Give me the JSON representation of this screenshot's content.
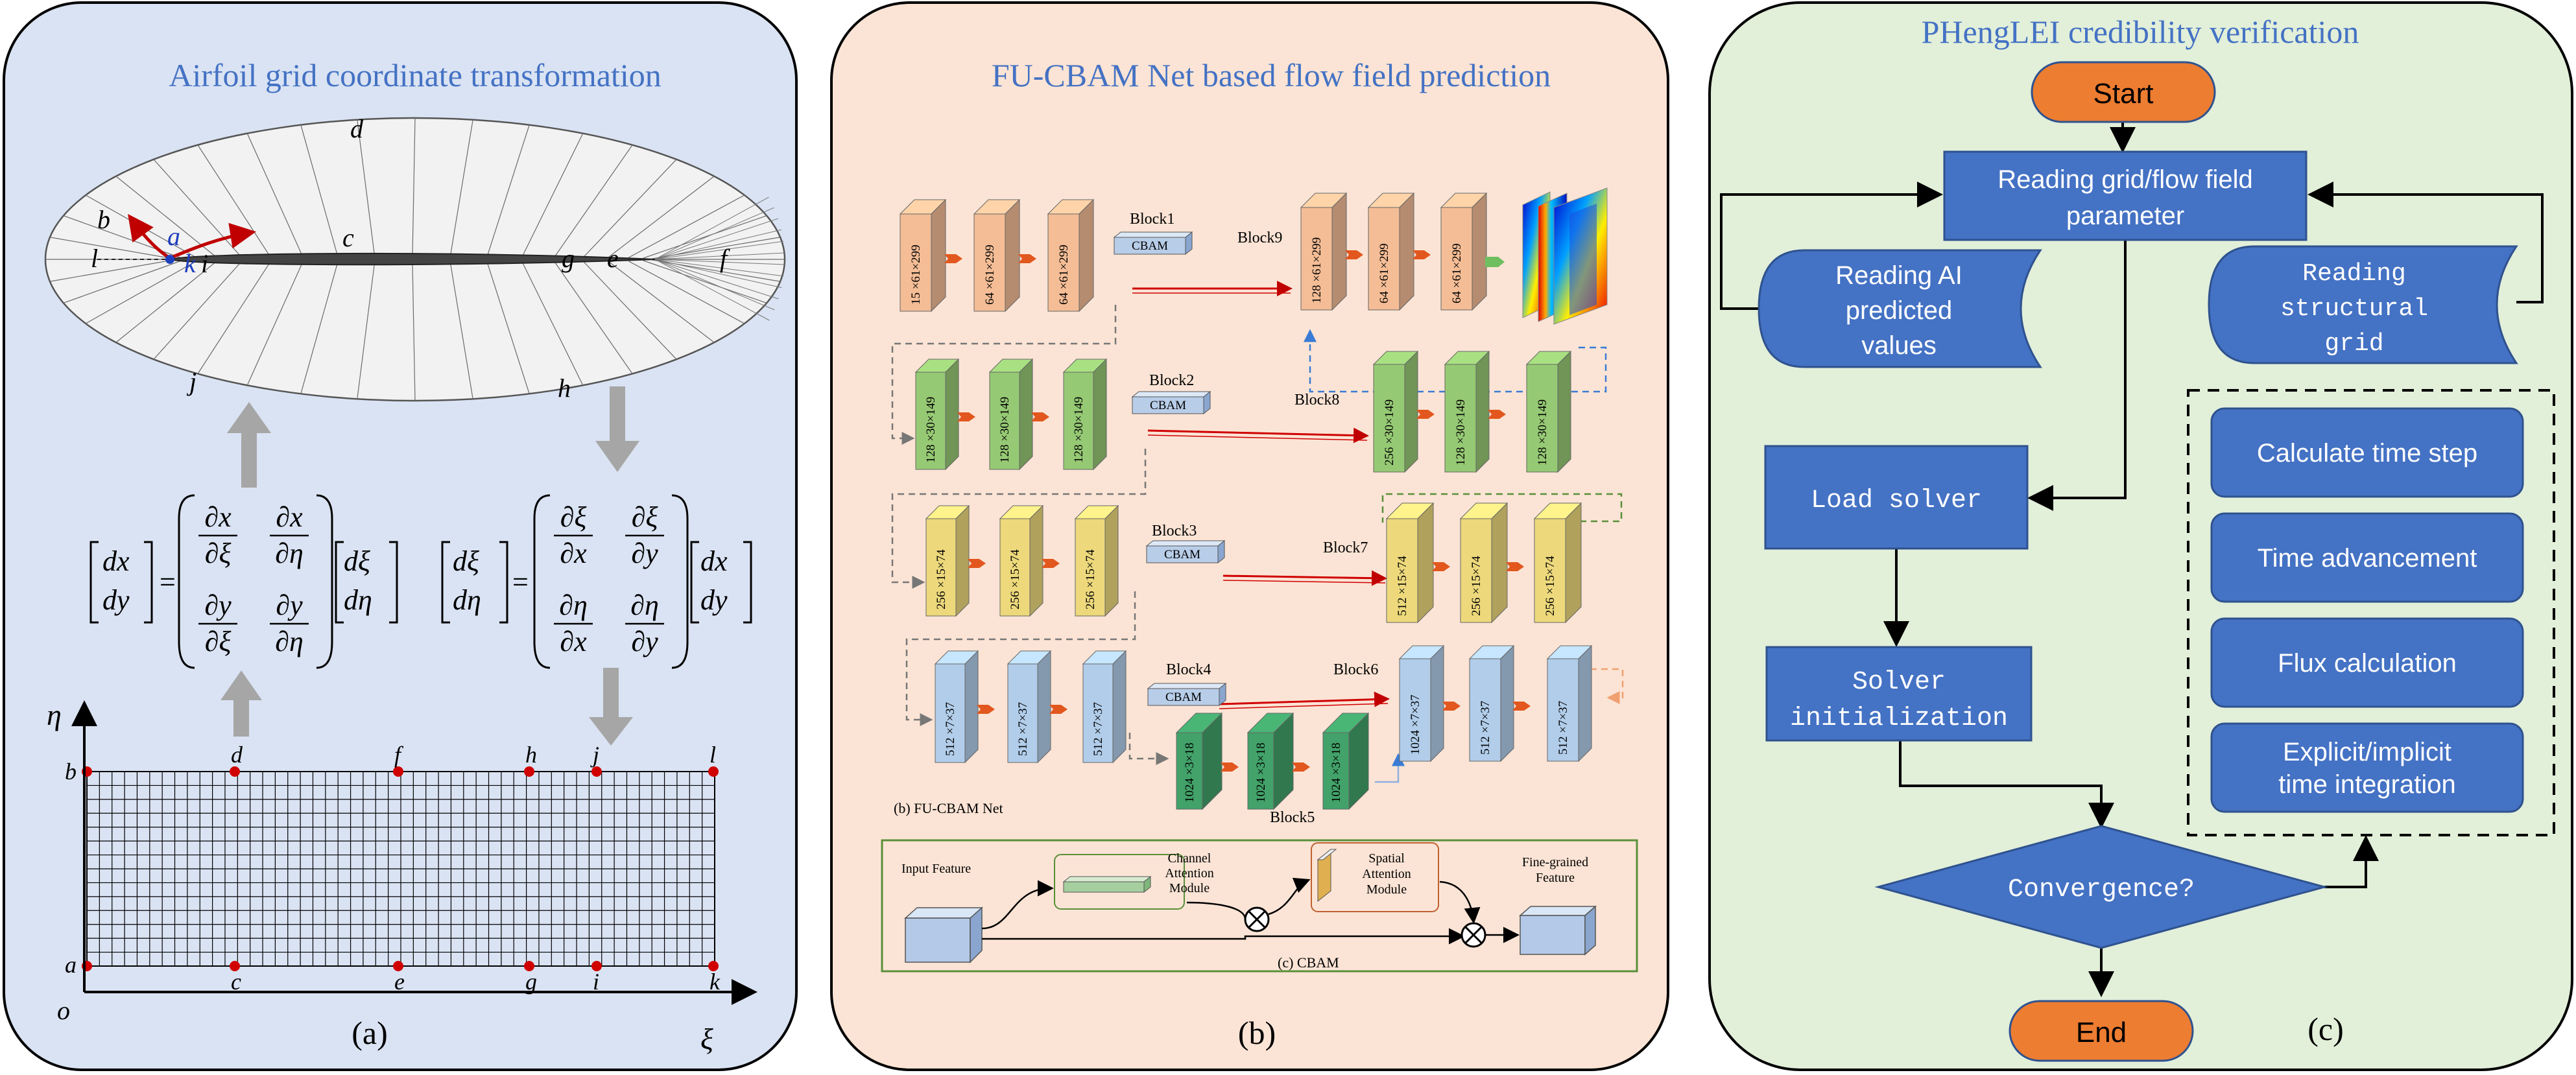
{
  "panel_a": {
    "title": "Airfoil grid coordinate transformation",
    "caption": "(a)",
    "airfoil_labels": {
      "d": "d",
      "b": "b",
      "a": "a",
      "l": "l",
      "k": "k",
      "i": "i",
      "c": "c",
      "g": "g",
      "e": "e",
      "f": "f",
      "j": "j",
      "h": "h"
    },
    "grid_top_labels": [
      "b",
      "d",
      "f",
      "h",
      "j",
      "l"
    ],
    "grid_bottom_labels": [
      "a",
      "c",
      "e",
      "g",
      "i",
      "k"
    ],
    "axis_eta": "η",
    "axis_xi": "ξ",
    "origin": "o",
    "eq1": {
      "lhs": [
        "dx",
        "dy"
      ],
      "m11": [
        "∂x",
        "∂ξ"
      ],
      "m12": [
        "∂x",
        "∂η"
      ],
      "m21": [
        "∂y",
        "∂ξ"
      ],
      "m22": [
        "∂y",
        "∂η"
      ],
      "rhs": [
        "dξ",
        "dη"
      ]
    },
    "eq2": {
      "lhs": [
        "dξ",
        "dη"
      ],
      "m11": [
        "∂ξ",
        "∂x"
      ],
      "m12": [
        "∂ξ",
        "∂y"
      ],
      "m21": [
        "∂η",
        "∂x"
      ],
      "m22": [
        "∂η",
        "∂y"
      ],
      "rhs": [
        "dx",
        "dy"
      ]
    },
    "eq_sign": "="
  },
  "panel_b": {
    "title": "FU-CBAM Net based flow field prediction",
    "caption": "(b)",
    "subcaption_net": "(b) FU-CBAM Net",
    "subcaption_cbam": "(c) CBAM",
    "cbam_label": "CBAM",
    "blocks": {
      "b1": "Block1",
      "b2": "Block2",
      "b3": "Block3",
      "b4": "Block4",
      "b5": "Block5",
      "b6": "Block6",
      "b7": "Block7",
      "b8": "Block8",
      "b9": "Block9"
    },
    "row1_enc": [
      "15 ×61×299",
      "64 ×61×299",
      "64 ×61×299"
    ],
    "row1_dec": [
      "128 ×61×299",
      "64 ×61×299",
      "64 ×61×299"
    ],
    "row2_enc": [
      "128 ×30×149",
      "128 ×30×149",
      "128 ×30×149"
    ],
    "row2_dec": [
      "256 ×30×149",
      "128 ×30×149",
      "128 ×30×149"
    ],
    "row3_enc": [
      "256 ×15×74",
      "256 ×15×74",
      "256 ×15×74"
    ],
    "row3_dec": [
      "512 ×15×74",
      "256 ×15×74",
      "256 ×15×74"
    ],
    "row4_enc": [
      "512 ×7×37",
      "512 ×7×37",
      "512 ×7×37"
    ],
    "row4_dec": [
      "1024 ×7×37",
      "512 ×7×37",
      "512 ×7×37"
    ],
    "row5": [
      "1024 ×3×18",
      "1024 ×3×18",
      "1024 ×3×18"
    ],
    "cbam_detail": {
      "input": "Input Feature",
      "channel": [
        "Channel",
        "Attention",
        "Module"
      ],
      "spatial": [
        "Spatial",
        "Attention",
        "Module"
      ],
      "output": [
        "Fine-grained",
        "Feature"
      ]
    },
    "colors": {
      "row1": "#e8b48f",
      "row2": "#8fbf6e",
      "row3": "#e2cf76",
      "row4": "#a9c3df",
      "row5": "#3f9a64",
      "arrow": "#e2571e"
    }
  },
  "panel_c": {
    "title": "PHengLEI credibility verification",
    "caption": "(c)",
    "start": "Start",
    "end": "End",
    "reading_params": [
      "Reading grid/flow field",
      "parameter"
    ],
    "reading_ai": [
      "Reading AI",
      "predicted",
      "values"
    ],
    "reading_grid": [
      "Reading",
      "structural",
      "grid"
    ],
    "load_solver": "Load solver",
    "solver_init": [
      "Solver",
      "initialization"
    ],
    "convergence": "Convergence?",
    "steps": [
      {
        "lines": [
          "Calculate time step"
        ]
      },
      {
        "lines": [
          "Time advancement"
        ]
      },
      {
        "lines": [
          "Flux calculation"
        ]
      },
      {
        "lines": [
          "Explicit/implicit",
          "time integration"
        ]
      }
    ],
    "colors": {
      "box": "#4472c4",
      "terminal": "#ed7d31",
      "panel": "#e2efd9"
    }
  }
}
